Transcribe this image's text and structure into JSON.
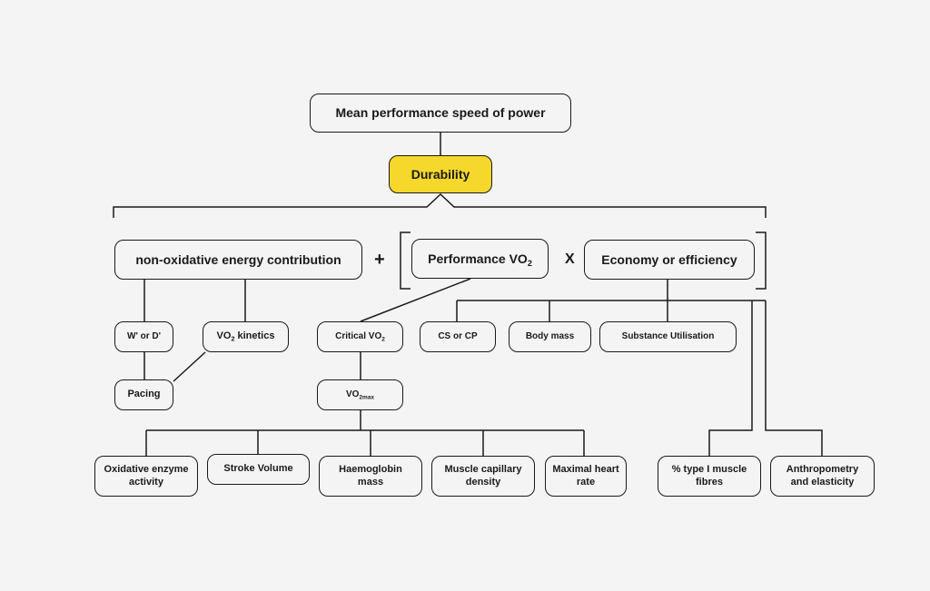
{
  "nodes": {
    "mean_performance": "Mean performance speed of power",
    "durability": "Durability",
    "non_oxidative": "non-oxidative energy contribution",
    "performance_vo2": {
      "main": "Performance VO",
      "sub": "2"
    },
    "economy": "Economy or efficiency",
    "w_prime": "W' or D'",
    "vo2_kinetics": {
      "pre": "VO",
      "sub": "2",
      "post": " kinetics"
    },
    "critical_vo2": {
      "main": "Critical VO",
      "sub": "2"
    },
    "cs_or_cp": "CS or CP",
    "body_mass": "Body mass",
    "substance_utilisation": "Substance Utilisation",
    "pacing": "Pacing",
    "vo2max": {
      "main": "VO",
      "sub": "2max"
    },
    "oxidative_enzyme": "Oxidative enzyme activity",
    "stroke_volume": "Stroke Volume",
    "haemoglobin_mass": "Haemoglobin mass",
    "muscle_capillary": "Muscle capillary density",
    "maximal_heart_rate": "Maximal heart rate",
    "type1_fibres": "% type I muscle fibres",
    "anthropometry": "Anthropometry and elasticity"
  },
  "operators": {
    "plus": "+",
    "times": "X"
  },
  "colors": {
    "highlight": "#f6d72c",
    "stroke": "#1a1a1a",
    "background": "#f4f4f4"
  }
}
